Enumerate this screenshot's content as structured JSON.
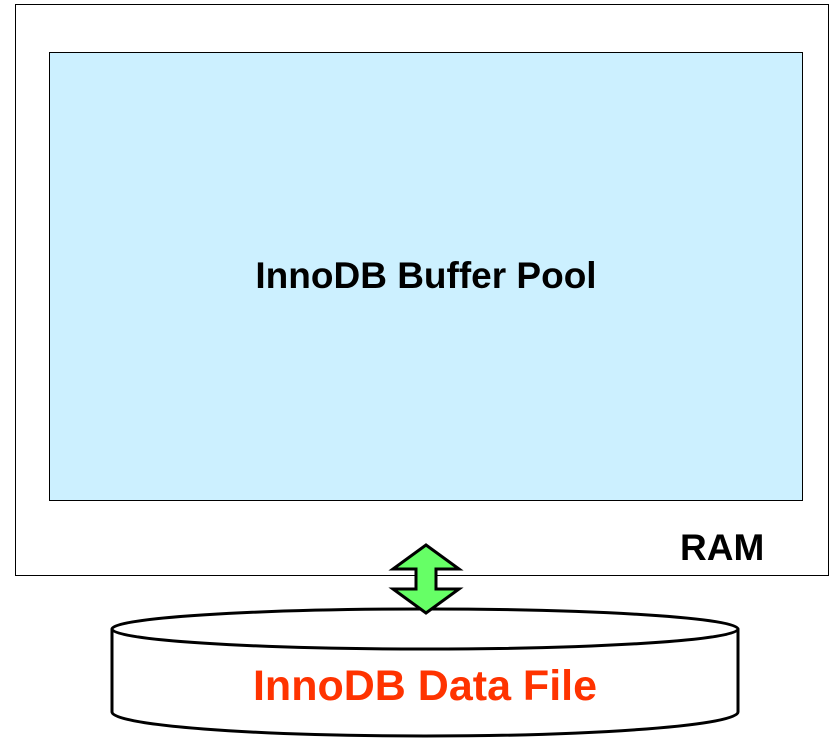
{
  "diagram": {
    "buffer_pool_label": "InnoDB Buffer Pool",
    "ram_label": "RAM",
    "data_file_label": "InnoDB Data File",
    "colors": {
      "buffer_pool_fill": "#ccf0ff",
      "arrow_fill": "#66ff66",
      "data_file_text": "#ff3300",
      "outline": "#000000"
    },
    "icons": {
      "transfer": "double-vertical-arrow-icon",
      "disk": "disk-cylinder-icon"
    }
  }
}
